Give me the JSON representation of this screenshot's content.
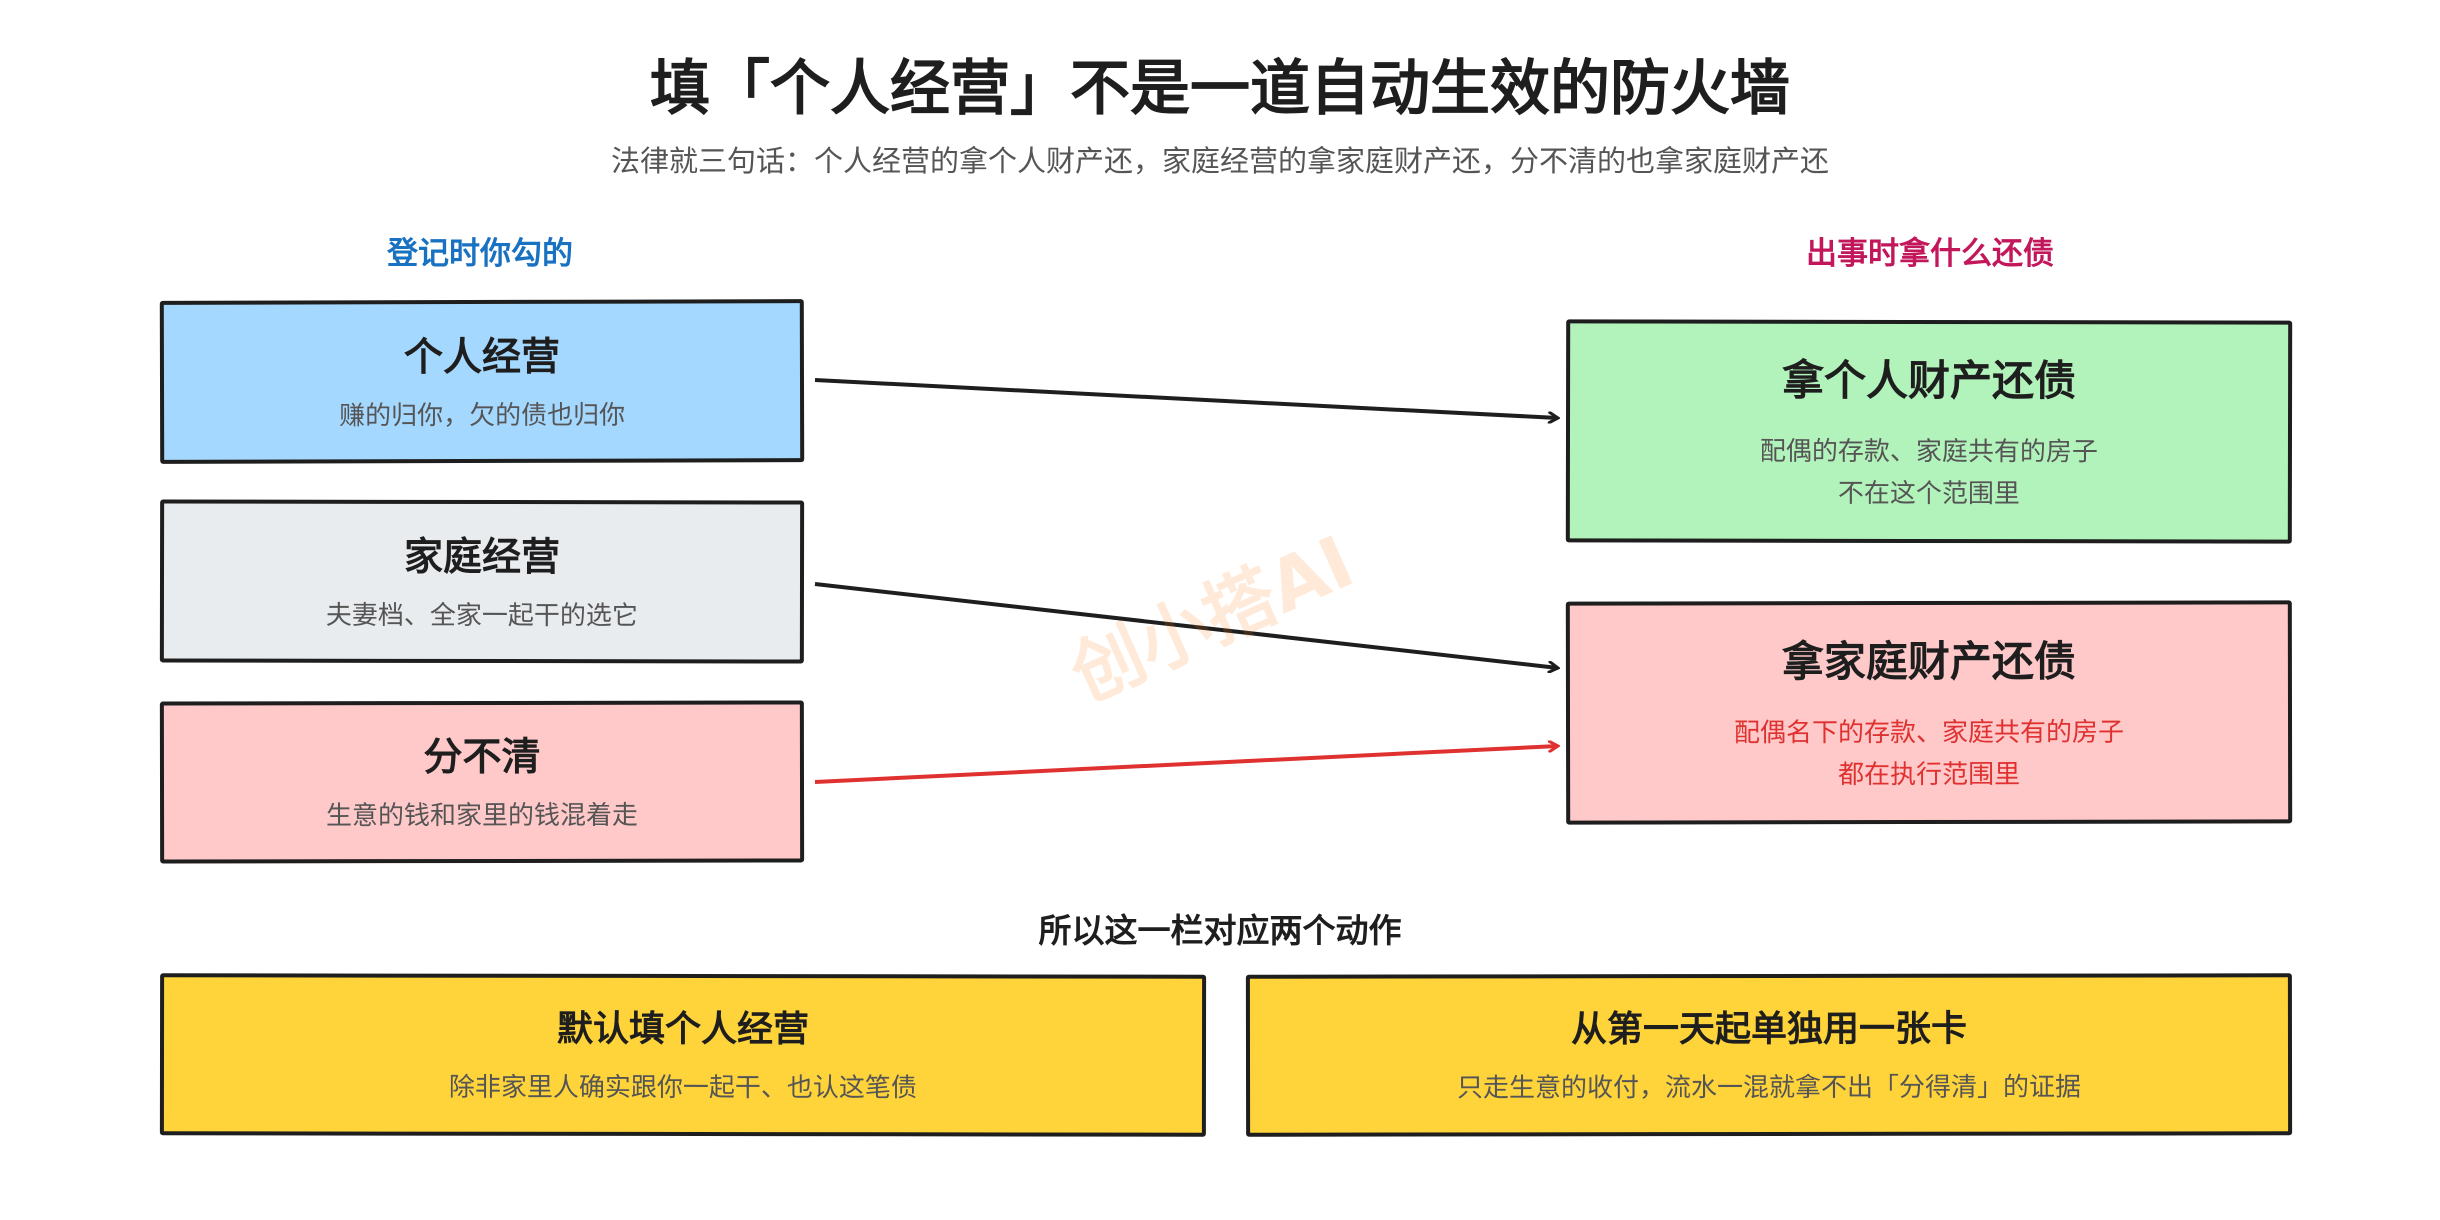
{
  "title": "填「个人经营」不是一道自动生效的防火墙",
  "subtitle": "法律就三句话：个人经营的拿个人财产还，家庭经营的拿家庭财产还，分不清的也拿家庭财产还",
  "left_column": {
    "label": "登记时你勾的",
    "items": [
      {
        "heading": "个人经营",
        "desc": "赚的归你，欠的债也归你"
      },
      {
        "heading": "家庭经营",
        "desc": "夫妻档、全家一起干的选它"
      },
      {
        "heading": "分不清",
        "desc": "生意的钱和家里的钱混着走"
      }
    ]
  },
  "right_column": {
    "label": "出事时拿什么还债",
    "items": [
      {
        "heading": "拿个人财产还债",
        "desc_lines": [
          "配偶的存款、家庭共有的房子",
          "不在这个范围里"
        ]
      },
      {
        "heading": "拿家庭财产还债",
        "desc_lines": [
          "配偶名下的存款、家庭共有的房子",
          "都在执行范围里"
        ]
      }
    ]
  },
  "actions": {
    "heading": "所以这一栏对应两个动作",
    "items": [
      {
        "heading": "默认填个人经营",
        "desc": "除非家里人确实跟你一起干、也认这笔债"
      },
      {
        "heading": "从第一天起单独用一张卡",
        "desc": "只走生意的收付，流水一混就拿不出「分得清」的证据"
      }
    ]
  },
  "connections": [
    {
      "from": "个人经营",
      "to": "拿个人财产还债",
      "color": "#1e1e1e"
    },
    {
      "from": "家庭经营",
      "to": "拿家庭财产还债",
      "color": "#1e1e1e"
    },
    {
      "from": "分不清",
      "to": "拿家庭财产还债",
      "color": "#e03131"
    }
  ],
  "watermark": "创小搭AI",
  "colors": {
    "personal": "#a5d8ff",
    "family": "#e9ecef",
    "unclear": "#ffc9c9",
    "pay_personal": "#b2f2bb",
    "pay_family": "#ffc9c9",
    "actions": "#ffd43b",
    "left_label": "#1971c2",
    "right_label": "#c2185b",
    "warning_text": "#e03131"
  }
}
